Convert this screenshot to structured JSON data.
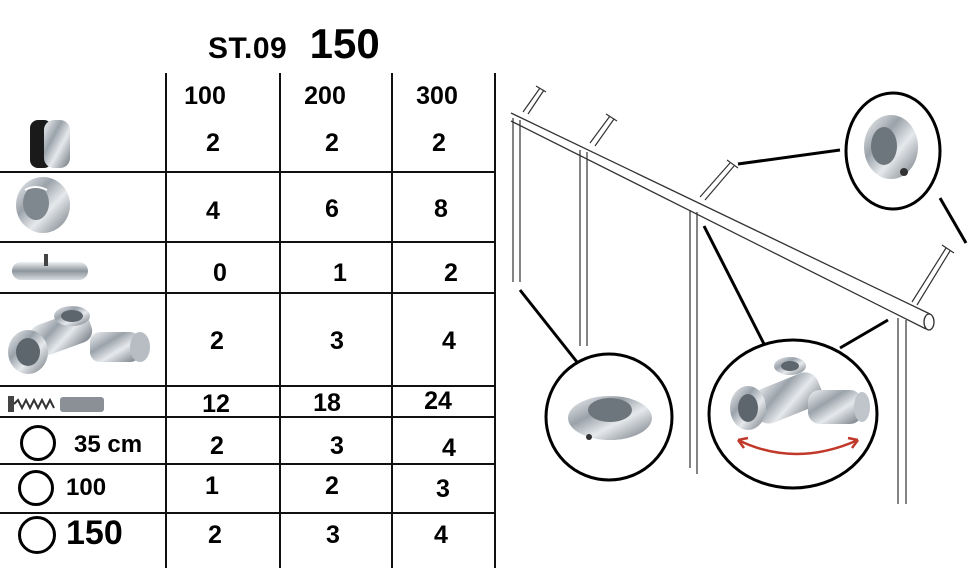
{
  "title": {
    "code": "ST.09",
    "size": "150"
  },
  "columns": [
    "100",
    "200",
    "300"
  ],
  "rows": [
    {
      "icon": "end-cap-icon",
      "values": [
        "2",
        "2",
        "2"
      ]
    },
    {
      "icon": "wall-flange-icon",
      "values": [
        "4",
        "6",
        "8"
      ]
    },
    {
      "icon": "tube-connector-icon",
      "values": [
        "0",
        "1",
        "2"
      ]
    },
    {
      "icon": "three-way-joint-icon",
      "values": [
        "2",
        "3",
        "4"
      ]
    },
    {
      "icon": "screw-anchor-icon",
      "values": [
        "12",
        "18",
        "24"
      ]
    },
    {
      "icon": "tube-circle-icon",
      "label": "35 cm",
      "values": [
        "2",
        "3",
        "4"
      ]
    },
    {
      "icon": "tube-circle-icon",
      "label": "100",
      "values": [
        "1",
        "2",
        "3"
      ]
    },
    {
      "icon": "tube-circle-icon",
      "label": "150",
      "values": [
        "2",
        "3",
        "4"
      ]
    }
  ],
  "colors": {
    "text": "#000000",
    "arrow": "#c0392b",
    "metal": "#b8bec4"
  }
}
